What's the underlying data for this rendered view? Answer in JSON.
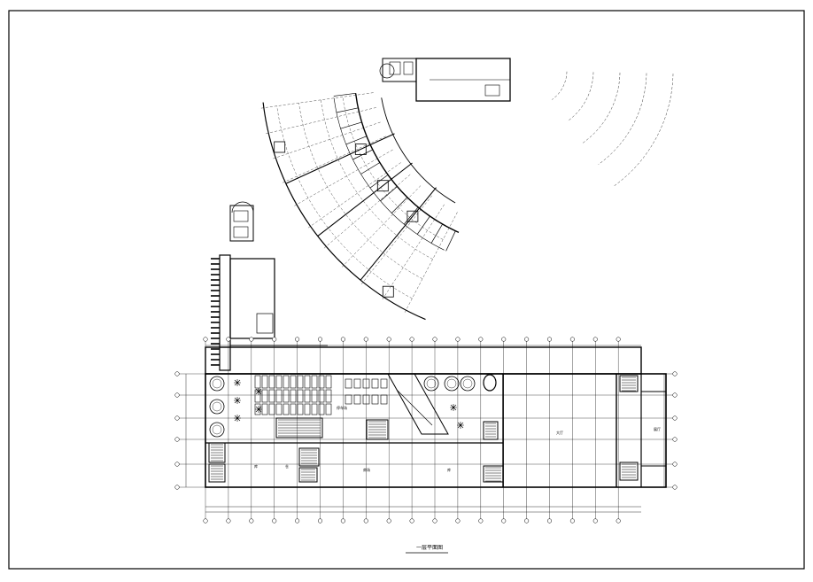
{
  "drawing": {
    "title": "一层平面图",
    "label_left_room": "库",
    "label_room_a": "仓",
    "label_room_b": "库",
    "label_shop": "商场",
    "label_hall": "大厅",
    "label_parking": "停车场",
    "label_east_hall": "展厅"
  },
  "colors": {
    "line": "#000000",
    "background": "#ffffff"
  }
}
